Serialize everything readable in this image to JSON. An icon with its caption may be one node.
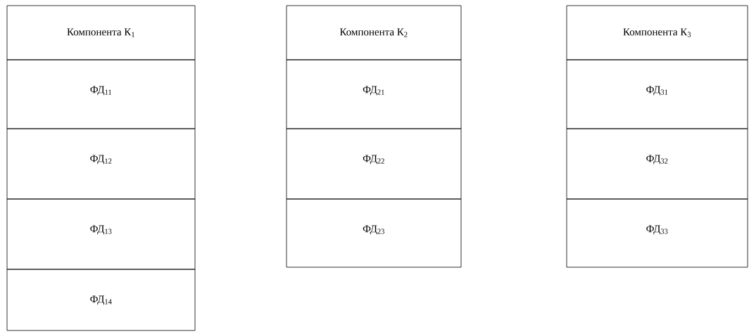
{
  "diagram": {
    "nodes": [
      {
        "text": [
          "Компонента К$_{1}$"
        ]
      },
      {
        "text": [
          "ФД$_{11}$"
        ]
      },
      {
        "text": [
          "ФД$_{12}$"
        ]
      },
      {
        "text": [
          "ФД$_{13}$"
        ]
      },
      {
        "text": [
          "ФД$_{14}$"
        ]
      },
      {
        "text": [
          "Компонента К$_{2}$"
        ]
      },
      {
        "text": [
          "ФД$_{21}$"
        ]
      },
      {
        "text": [
          "ФД$_{22}$"
        ]
      },
      {
        "text": [
          "ФД$_{23}$"
        ]
      },
      {
        "text": [
          "Компонента К$_{3}$"
        ]
      },
      {
        "text": [
          "ФД$_{31}$"
        ]
      },
      {
        "text": [
          "ФД$_{32}$"
        ]
      },
      {
        "text": [
          "ФД$_{33}$"
        ]
      }
    ]
  }
}
